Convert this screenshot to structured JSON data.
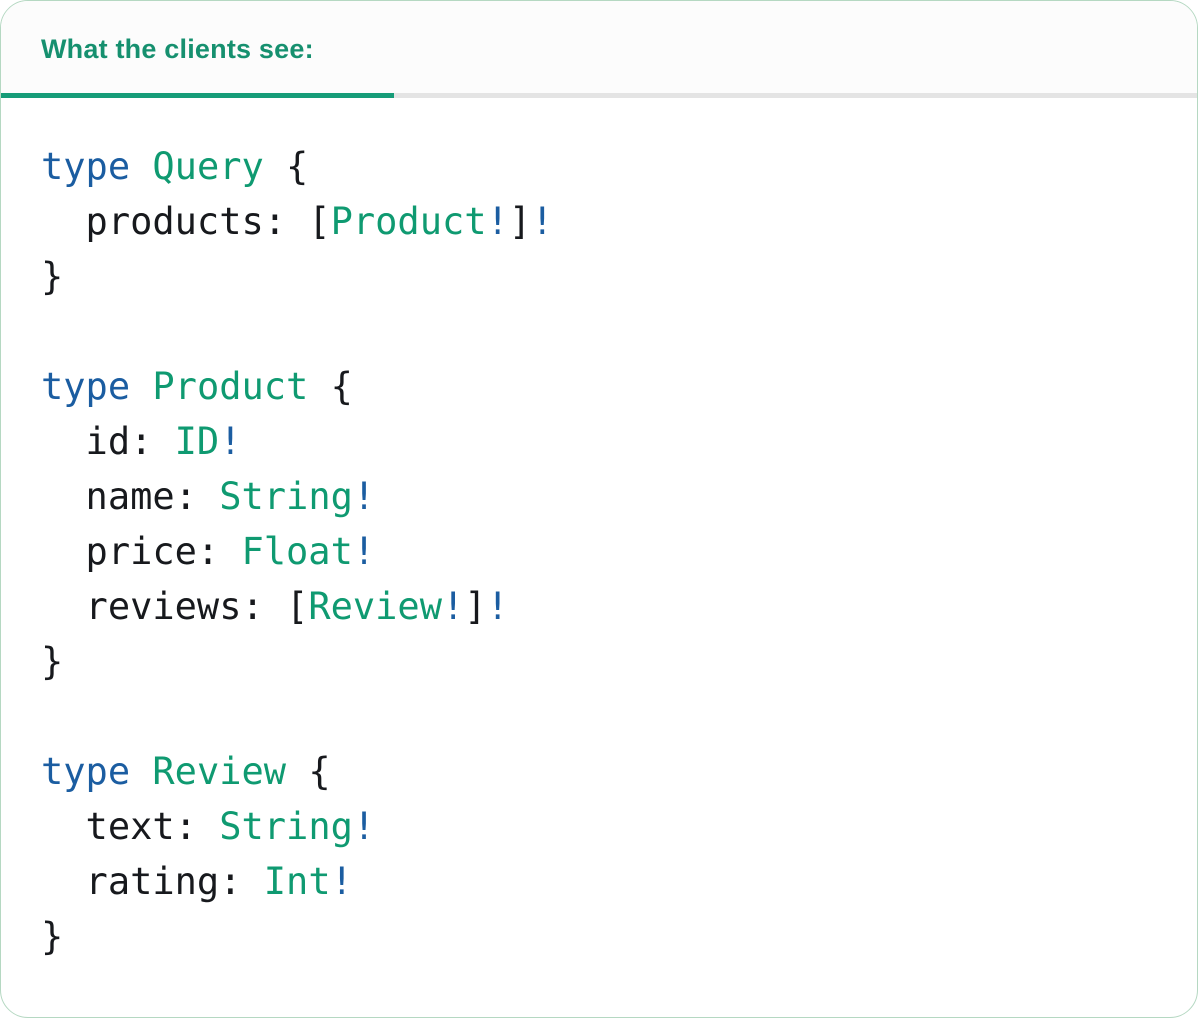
{
  "header": {
    "tab_label": "What the clients see:"
  },
  "colors": {
    "teal": "#0f9a71",
    "blue": "#1b5da1",
    "dark": "#17191d",
    "header_text": "#16906f",
    "tab_underline": "#169c78",
    "divider": "#e4e4e4",
    "card_border": "#b5d8c2",
    "header_bg": "#fcfcfc",
    "body_bg": "#ffffff"
  },
  "code": {
    "language": "graphql-sdl",
    "lines": [
      {
        "tokens": [
          {
            "c": "kw",
            "t": "type"
          },
          {
            "c": "plain",
            "t": " "
          },
          {
            "c": "type",
            "t": "Query"
          },
          {
            "c": "plain",
            "t": " {"
          }
        ]
      },
      {
        "tokens": [
          {
            "c": "plain",
            "t": "  products: ["
          },
          {
            "c": "type",
            "t": "Product"
          },
          {
            "c": "bang",
            "t": "!"
          },
          {
            "c": "plain",
            "t": "]"
          },
          {
            "c": "bang",
            "t": "!"
          }
        ]
      },
      {
        "tokens": [
          {
            "c": "plain",
            "t": "}"
          }
        ]
      },
      {
        "tokens": []
      },
      {
        "tokens": [
          {
            "c": "kw",
            "t": "type"
          },
          {
            "c": "plain",
            "t": " "
          },
          {
            "c": "type",
            "t": "Product"
          },
          {
            "c": "plain",
            "t": " {"
          }
        ]
      },
      {
        "tokens": [
          {
            "c": "plain",
            "t": "  id: "
          },
          {
            "c": "type",
            "t": "ID"
          },
          {
            "c": "bang",
            "t": "!"
          }
        ]
      },
      {
        "tokens": [
          {
            "c": "plain",
            "t": "  name: "
          },
          {
            "c": "type",
            "t": "String"
          },
          {
            "c": "bang",
            "t": "!"
          }
        ]
      },
      {
        "tokens": [
          {
            "c": "plain",
            "t": "  price: "
          },
          {
            "c": "type",
            "t": "Float"
          },
          {
            "c": "bang",
            "t": "!"
          }
        ]
      },
      {
        "tokens": [
          {
            "c": "plain",
            "t": "  reviews: ["
          },
          {
            "c": "type",
            "t": "Review"
          },
          {
            "c": "bang",
            "t": "!"
          },
          {
            "c": "plain",
            "t": "]"
          },
          {
            "c": "bang",
            "t": "!"
          }
        ]
      },
      {
        "tokens": [
          {
            "c": "plain",
            "t": "}"
          }
        ]
      },
      {
        "tokens": []
      },
      {
        "tokens": [
          {
            "c": "kw",
            "t": "type"
          },
          {
            "c": "plain",
            "t": " "
          },
          {
            "c": "type",
            "t": "Review"
          },
          {
            "c": "plain",
            "t": " {"
          }
        ]
      },
      {
        "tokens": [
          {
            "c": "plain",
            "t": "  text: "
          },
          {
            "c": "type",
            "t": "String"
          },
          {
            "c": "bang",
            "t": "!"
          }
        ]
      },
      {
        "tokens": [
          {
            "c": "plain",
            "t": "  rating: "
          },
          {
            "c": "type",
            "t": "Int"
          },
          {
            "c": "bang",
            "t": "!"
          }
        ]
      },
      {
        "tokens": [
          {
            "c": "plain",
            "t": "}"
          }
        ]
      }
    ]
  }
}
